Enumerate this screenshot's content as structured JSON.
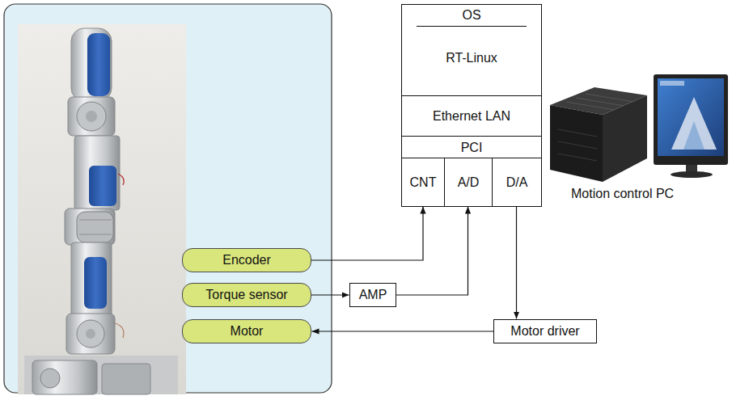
{
  "diagram": {
    "nodes": [
      {
        "text": [
          "OS",
          "RT-Linux"
        ]
      },
      {
        "text": [
          "Ethernet LAN"
        ],
        "in": 0
      },
      {
        "text": [
          "PCI"
        ],
        "in": 0
      },
      {
        "text": [
          "CNT"
        ],
        "in": 2
      },
      {
        "text": [
          "A/D"
        ],
        "in": 2
      },
      {
        "text": [
          "D/A"
        ],
        "in": 2
      },
      {
        "text": [
          "Encoder"
        ]
      },
      {
        "text": [
          "Torque sensor"
        ]
      },
      {
        "text": [
          "Motor"
        ]
      },
      {
        "text": [
          "AMP"
        ]
      },
      {
        "text": [
          "Motor driver"
        ]
      }
    ],
    "edges": [
      {
        "from": 6,
        "to": 3,
        "arrow": "to"
      },
      {
        "from": 7,
        "to": 9,
        "arrow": "to"
      },
      {
        "from": 9,
        "to": 4,
        "arrow": "to"
      },
      {
        "from": 5,
        "to": 10,
        "arrow": "to"
      },
      {
        "from": 10,
        "to": 8,
        "arrow": "to"
      }
    ],
    "labels": [
      "Motion control PC"
    ]
  }
}
